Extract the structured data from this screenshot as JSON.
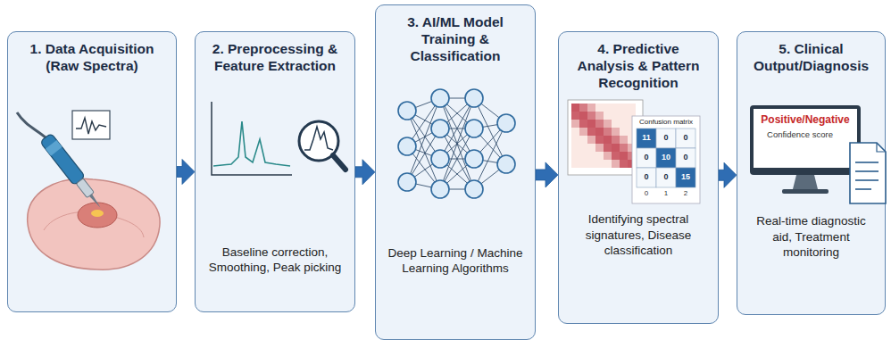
{
  "diagram": {
    "nodes": [
      {
        "text": [
          "1. Data Acquisition (Raw Spectra)"
        ]
      },
      {
        "text": [
          "2. Preprocessing & Feature Extraction",
          "Baseline correction, Smoothing, Peak picking"
        ]
      },
      {
        "text": [
          "3. AI/ML Model Training & Classification",
          "Deep Learning / Machine Learning Algorithms"
        ]
      },
      {
        "text": [
          "4. Predictive Analysis & Pattern Recognition",
          "Identifying spectral signatures, Disease classification"
        ]
      },
      {
        "text": [
          "5. Clinical Output/Diagnosis",
          "Real-time diagnostic aid, Treatment monitoring"
        ]
      }
    ],
    "edges": [
      {
        "from": 0,
        "to": 1,
        "arrow": "to"
      },
      {
        "from": 1,
        "to": 2,
        "arrow": "to"
      },
      {
        "from": 2,
        "to": 3,
        "arrow": "to"
      },
      {
        "from": 3,
        "to": 4,
        "arrow": "to"
      }
    ],
    "labels": [
      "Confusion matrix",
      "11",
      "0",
      "0",
      "0",
      "10",
      "0",
      "0",
      "0",
      "15",
      "0",
      "1",
      "2",
      "Positive/Negative",
      "Confidence score"
    ]
  }
}
